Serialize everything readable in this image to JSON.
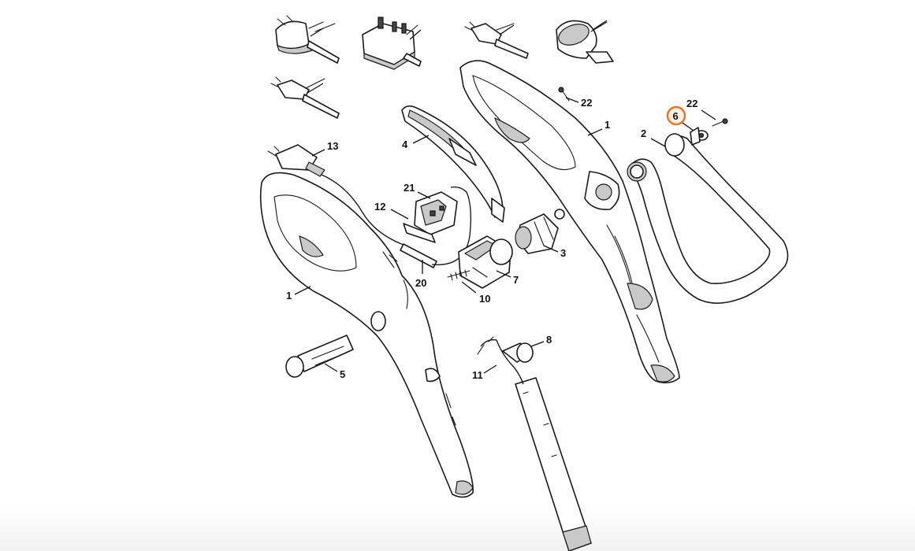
{
  "diagram": {
    "highlight_color": "#e8741c",
    "callouts": [
      {
        "id": "c22a",
        "label": "22"
      },
      {
        "id": "c22b",
        "label": "22"
      },
      {
        "id": "c6",
        "label": "6",
        "highlighted": true
      },
      {
        "id": "c1a",
        "label": "1"
      },
      {
        "id": "c2",
        "label": "2"
      },
      {
        "id": "c4",
        "label": "4"
      },
      {
        "id": "c13",
        "label": "13"
      },
      {
        "id": "c21",
        "label": "21"
      },
      {
        "id": "c12",
        "label": "12"
      },
      {
        "id": "c3",
        "label": "3"
      },
      {
        "id": "c7",
        "label": "7"
      },
      {
        "id": "c20",
        "label": "20"
      },
      {
        "id": "c10",
        "label": "10"
      },
      {
        "id": "c1b",
        "label": "1"
      },
      {
        "id": "c5",
        "label": "5"
      },
      {
        "id": "c8",
        "label": "8"
      },
      {
        "id": "c11",
        "label": "11"
      }
    ]
  }
}
